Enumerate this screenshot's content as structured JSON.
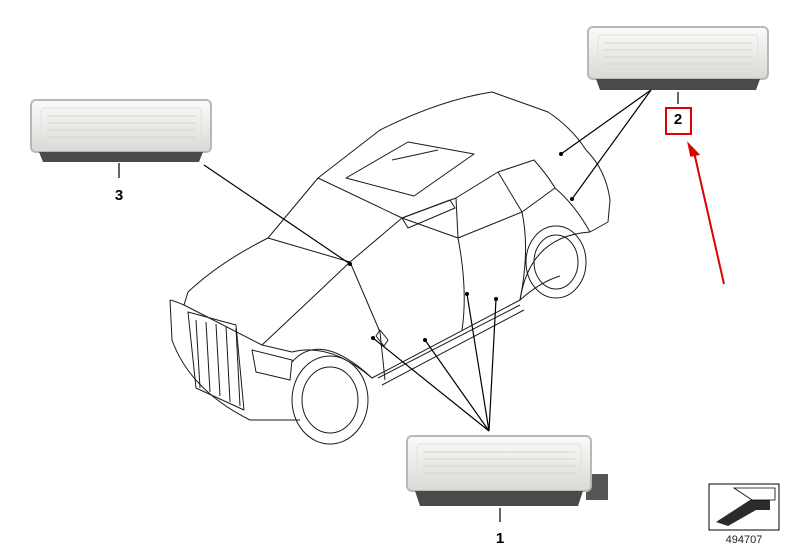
{
  "callouts": {
    "part_1": "1",
    "part_2": "2",
    "part_3": "3"
  },
  "diagram_number": "494707",
  "colors": {
    "line": "#000000",
    "car_outline": "#1a1a1a",
    "highlight": "#e00000",
    "lamp_lens": "#f2f2f0",
    "lamp_base": "#4a4a4a"
  },
  "icons": {
    "corner_icon": "arrow-pointer-icon"
  }
}
